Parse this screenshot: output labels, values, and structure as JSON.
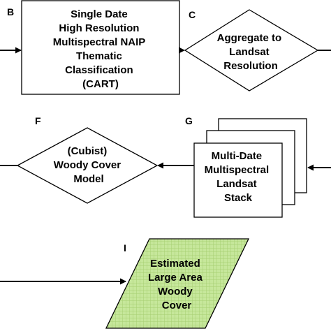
{
  "steps": {
    "B": {
      "letter": "B",
      "lines": [
        "Single Date",
        "High Resolution",
        "Multispectral NAIP",
        "Thematic",
        "Classification",
        "(CART)"
      ]
    },
    "C": {
      "letter": "C",
      "lines": [
        "Aggregate to",
        "Landsat",
        "Resolution"
      ]
    },
    "F": {
      "letter": "F",
      "lines": [
        "(Cubist)",
        "Woody Cover",
        "Model"
      ]
    },
    "G": {
      "letter": "G",
      "lines": [
        "Multi-Date",
        "Multispectral",
        "Landsat",
        "Stack"
      ]
    },
    "I": {
      "letter": "I",
      "lines": [
        "Estimated",
        "Large Area",
        "Woody",
        "Cover"
      ]
    }
  },
  "colors": {
    "stroke": "#000000",
    "background": "#ffffff",
    "grid_fill": "#c6e79b",
    "grid_line": "#a6cf72"
  }
}
